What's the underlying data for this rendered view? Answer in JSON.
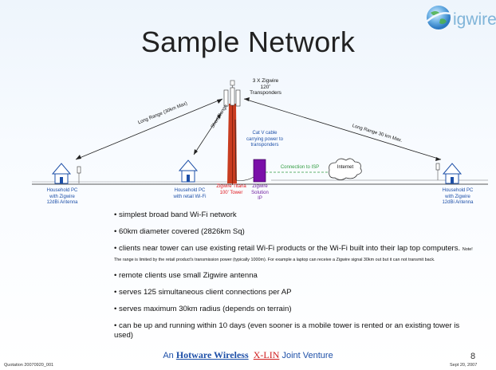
{
  "title": "Sample Network",
  "logo": {
    "text": "igwire",
    "icon": "globe-icon"
  },
  "diagram": {
    "tower_top_label": "3 X Zigwire\n120˚\nTransponders",
    "long_range_left": "Long Range (30km Max)",
    "short_range": "Short Range",
    "long_range_right": "Long Range 30 km Max.",
    "cable_label": "Cat V cable\ncarrying power to\ntransponders",
    "internet_label": "Internet",
    "connection_label": "Connection to ISP",
    "house_left": "Household PC\nwith Zigwire\n12dBi Antenna",
    "house_mid": "Household PC\nwith retail Wi-Fi",
    "tower_label": "Zigwire Titana\n100' Tower",
    "solution_label": "Zigwire\nSolution\nIP",
    "house_right": "Household PC\nwith Zigwire\n12dBi Antenna"
  },
  "bullets": [
    {
      "text": "simplest  broad band Wi-Fi network"
    },
    {
      "text": "60km diameter covered (2826km Sq)"
    },
    {
      "text": "clients near tower can use existing retail Wi-Fi products or the Wi-Fi built into their lap top computers.",
      "note": "Note! The range is limited by the retail product's transmission power (typically 1000m). For example a laptop can receive a Zigwire signal 30km out but it can not transmit back."
    },
    {
      "text": "remote clients use small Zigwire antenna"
    },
    {
      "text": "serves 125 simultaneous client connections per AP"
    },
    {
      "text": "serves maximum 30km radius (depends on terrain)"
    },
    {
      "text": "can be up and running within 10 days (even sooner is a mobile tower is rented or an existing tower is used)"
    }
  ],
  "footer": {
    "jv_prefix": "An",
    "hotware": "Hotware Wireless",
    "xlin": "X-LIN",
    "jv_suffix": "Joint Venture",
    "page_number": "8",
    "date": "Sept 20, 2007",
    "quotation": "Quotation 20070920_001"
  }
}
